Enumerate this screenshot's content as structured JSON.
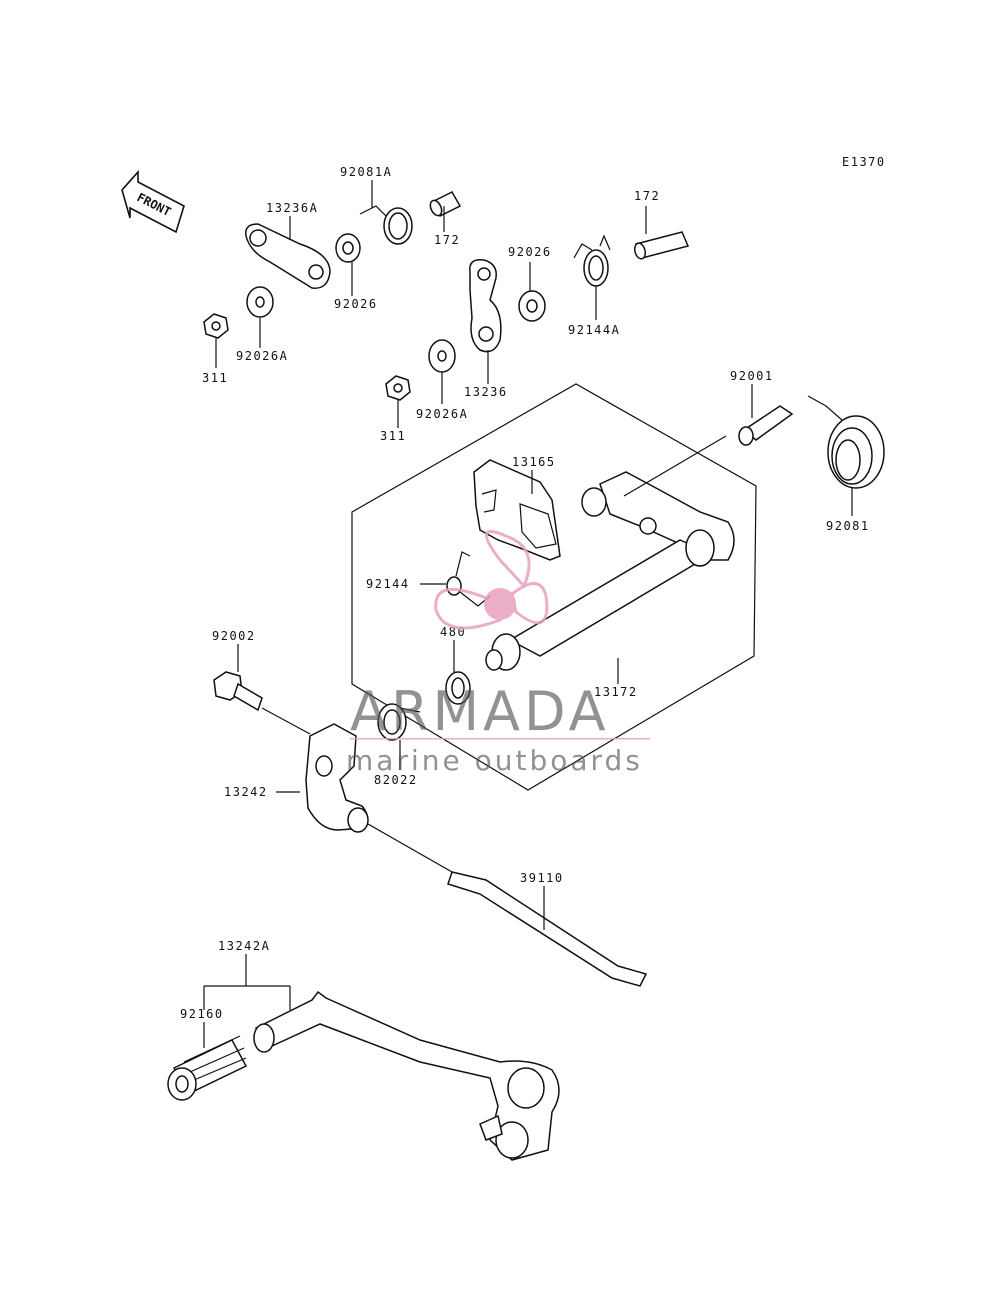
{
  "diagram": {
    "code": "E1370",
    "front_label": "FRONT",
    "labels": [
      {
        "id": "92081A",
        "text": "92081A"
      },
      {
        "id": "13236A",
        "text": "13236A"
      },
      {
        "id": "172a",
        "text": "172"
      },
      {
        "id": "172b",
        "text": "172"
      },
      {
        "id": "92026a",
        "text": "92026"
      },
      {
        "id": "92026b",
        "text": "92026"
      },
      {
        "id": "92144A",
        "text": "92144A"
      },
      {
        "id": "92026Aa",
        "text": "92026A"
      },
      {
        "id": "92026Ab",
        "text": "92026A"
      },
      {
        "id": "311a",
        "text": "311"
      },
      {
        "id": "311b",
        "text": "311"
      },
      {
        "id": "13236",
        "text": "13236"
      },
      {
        "id": "92001",
        "text": "92001"
      },
      {
        "id": "13165",
        "text": "13165"
      },
      {
        "id": "92081",
        "text": "92081"
      },
      {
        "id": "92144",
        "text": "92144"
      },
      {
        "id": "480",
        "text": "480"
      },
      {
        "id": "13172",
        "text": "13172"
      },
      {
        "id": "92002",
        "text": "92002"
      },
      {
        "id": "82022",
        "text": "82022"
      },
      {
        "id": "13242",
        "text": "13242"
      },
      {
        "id": "39110",
        "text": "39110"
      },
      {
        "id": "13242A",
        "text": "13242A"
      },
      {
        "id": "92160",
        "text": "92160"
      }
    ]
  },
  "watermark": {
    "brand": "ARMADA",
    "tagline": "marine outboards",
    "accent_color": "#e8a0bf"
  }
}
